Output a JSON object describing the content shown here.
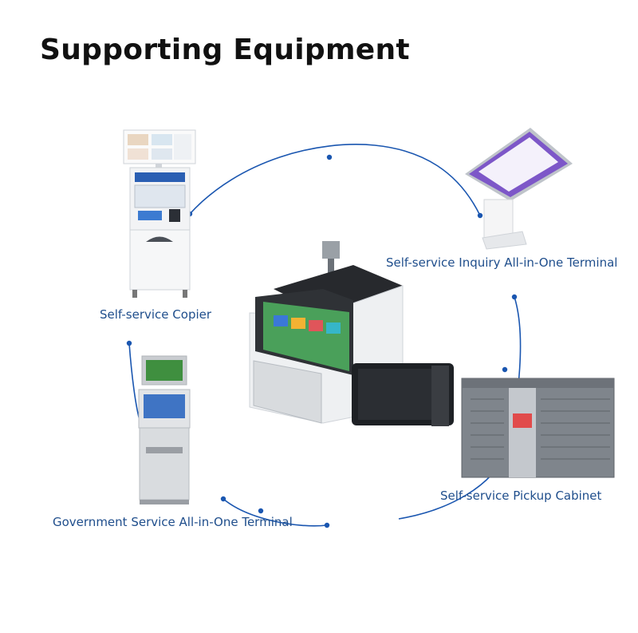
{
  "title": "Supporting Equipment",
  "labels": {
    "copier": "Self-service Copier",
    "inquiry": "Self-service Inquiry All-in-One Terminal",
    "government": "Government Service All-in-One Terminal",
    "pickup": "Self-service Pickup Cabinet"
  },
  "colors": {
    "accent": "#1f4e8c",
    "arc": "#1a56b0",
    "device_body": "#f2f3f5",
    "cabinet": "#7f858c"
  },
  "icons": {
    "copier": "self-service-copier-kiosk",
    "inquiry": "inquiry-touch-terminal",
    "government": "government-service-kiosk",
    "pickup": "pickup-locker-cabinet",
    "center": "central-device-with-tablet"
  }
}
